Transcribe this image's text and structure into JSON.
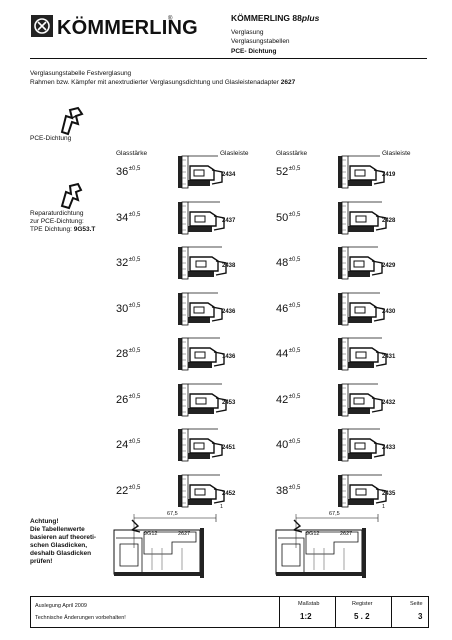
{
  "header": {
    "brand": "KÖMMERLING",
    "title": "KÖMMERLING 88",
    "title_suffix": "plus",
    "sub1": "Verglasung",
    "sub2": "Verglasungstabellen",
    "sub3": "PCE- Dichtung"
  },
  "intro": {
    "line1": "Verglasungstabelle Festverglasung",
    "line2_prefix": "Rahmen bzw. Kämpfer mit anextrudierter Verglasungsdichtung und Glasleistenadapter ",
    "line2_code": "2627"
  },
  "left_labels": {
    "pce": "PCE-Dichtung",
    "rep1": "Reparaturdichtung",
    "rep2": "zur PCE-Dichtung:",
    "rep3_prefix": "TPE Dichtung: ",
    "rep3_code": "9G53.T"
  },
  "columns": {
    "glass": "Glasstärke",
    "bead": "Glasleiste"
  },
  "table_left": [
    {
      "thk": "36",
      "tol": "±0,5",
      "code": "2434"
    },
    {
      "thk": "34",
      "tol": "±0,5",
      "code": "2437"
    },
    {
      "thk": "32",
      "tol": "±0,5",
      "code": "2438"
    },
    {
      "thk": "30",
      "tol": "±0,5",
      "code": "2436"
    },
    {
      "thk": "28",
      "tol": "±0,5",
      "code": "1436"
    },
    {
      "thk": "26",
      "tol": "±0,5",
      "code": "2453"
    },
    {
      "thk": "24",
      "tol": "±0,5",
      "code": "2451"
    },
    {
      "thk": "22",
      "tol": "±0,5",
      "code": "2452"
    }
  ],
  "table_right": [
    {
      "thk": "52",
      "tol": "±0,5",
      "code": "2419"
    },
    {
      "thk": "50",
      "tol": "±0,5",
      "code": "2428"
    },
    {
      "thk": "48",
      "tol": "±0,5",
      "code": "2429"
    },
    {
      "thk": "46",
      "tol": "±0,5",
      "code": "2430"
    },
    {
      "thk": "44",
      "tol": "±0,5",
      "code": "2431"
    },
    {
      "thk": "42",
      "tol": "±0,5",
      "code": "2432"
    },
    {
      "thk": "40",
      "tol": "±0,5",
      "code": "2433"
    },
    {
      "thk": "38",
      "tol": "±0,5",
      "code": "2435"
    }
  ],
  "warning": {
    "l1": "Achtung!",
    "l2": "Die Tabellenwerte",
    "l3": "basieren auf theoreti-",
    "l4": "schen Glasdicken,",
    "l5": "deshalb Glasdicken",
    "l6": "prüfen!"
  },
  "sections": {
    "dim": "67,5",
    "dim_small": "1",
    "label_a": "9G12",
    "label_b": "2627"
  },
  "footer": {
    "edition": "Auslegung April 2009",
    "note": "Technische Änderungen vorbehalten!",
    "scale_label": "Maßstab",
    "scale": "1:2",
    "register_label": "Register",
    "register": "5 . 2",
    "page_label": "Seite",
    "page": "3"
  }
}
